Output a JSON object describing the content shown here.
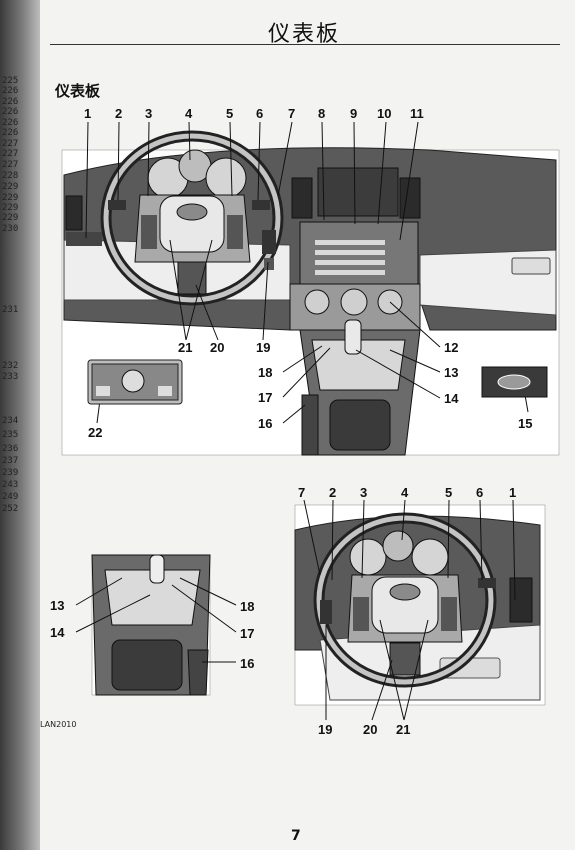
{
  "header": {
    "title": "仪表板"
  },
  "section": {
    "title": "仪表板"
  },
  "edge_numbers": [
    "225",
    "226",
    "226",
    "226",
    "226",
    "226",
    "227",
    "227",
    "227",
    "228",
    "229",
    "229",
    "229",
    "229",
    "230",
    "231",
    "232",
    "233",
    "234",
    "235",
    "236",
    "237",
    "239",
    "243",
    "249",
    "252"
  ],
  "callouts": {
    "main": [
      "1",
      "2",
      "3",
      "4",
      "5",
      "6",
      "7",
      "8",
      "9",
      "10",
      "11",
      "12",
      "13",
      "14",
      "15",
      "16",
      "17",
      "18",
      "19",
      "20",
      "21",
      "22"
    ],
    "console": [
      "13",
      "14",
      "16",
      "17",
      "18"
    ],
    "rhd": [
      "7",
      "2",
      "3",
      "4",
      "5",
      "6",
      "1",
      "19",
      "20",
      "21"
    ]
  },
  "footer": {
    "code": "LAN2010",
    "page_number": "7"
  }
}
